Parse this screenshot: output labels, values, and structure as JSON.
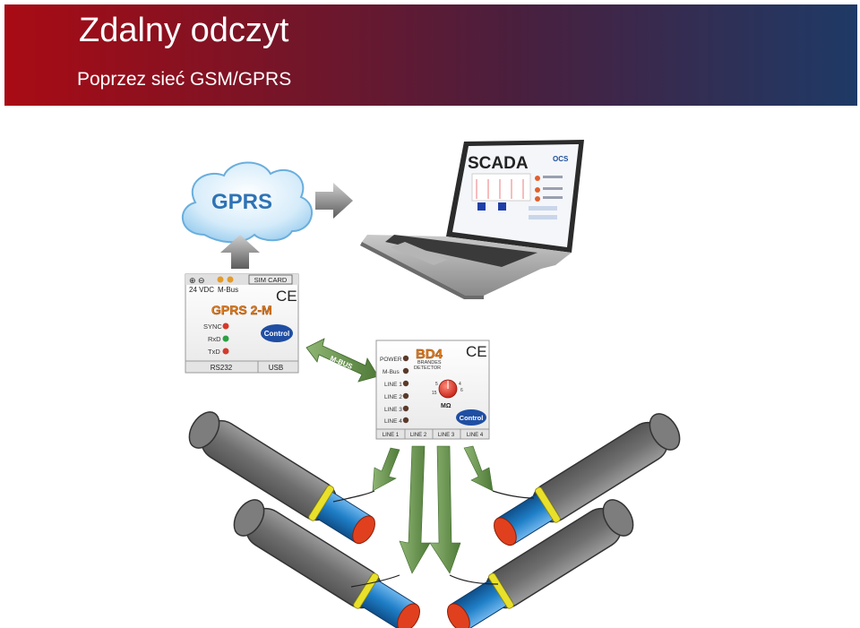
{
  "header": {
    "title": "Zdalny odczyt",
    "subtitle": "Poprzez sieć GSM/GPRS"
  },
  "cloud": {
    "label": "GPRS"
  },
  "laptop": {
    "screen_title": "SCADA",
    "logo": "OCS"
  },
  "gprs_module": {
    "name": "GPRS 2-M",
    "power_label": "24 VDC",
    "mbus_label": "M-Bus",
    "simcard_label": "SIM CARD",
    "ce_mark": "CE",
    "leds": [
      "SYNC",
      "RxD",
      "TxD"
    ],
    "ports": [
      "RS232",
      "USB"
    ],
    "brand": "Control"
  },
  "link": {
    "label": "M-BUS"
  },
  "bd4_module": {
    "name": "BD4",
    "subtitle_1": "BRANDES",
    "subtitle_2": "DETECTOR",
    "ce_mark": "CE",
    "leds": [
      "POWER",
      "M-Bus",
      "LINE 1",
      "LINE 2",
      "LINE 3",
      "LINE 4"
    ],
    "lines": [
      "LINE 1",
      "LINE 2",
      "LINE 3",
      "LINE 4"
    ],
    "knob_label": "MΩ",
    "brand": "Control"
  },
  "colors": {
    "header_left": "#a90b14",
    "header_right": "#1e3a66",
    "cloud_text": "#2f73b5",
    "pipe_shell": "#7a7a7a",
    "pipe_inner": "#1f7fc7",
    "pipe_end": "#e0401e",
    "arrow_green": "#6a8f50",
    "led_red": "#d43a2a",
    "led_green": "#2ea043"
  }
}
